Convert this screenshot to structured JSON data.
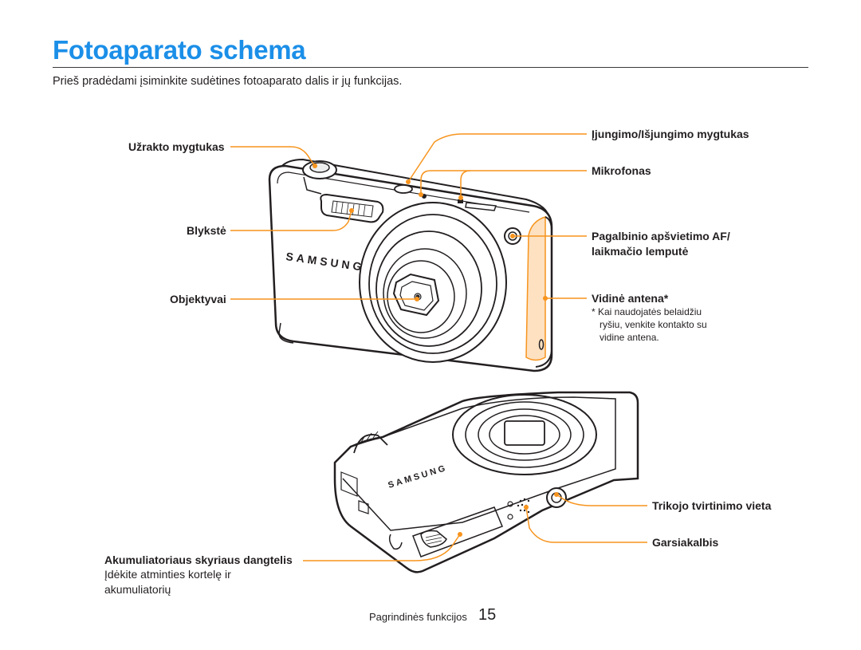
{
  "title": "Fotoaparato schema",
  "intro": "Prieš pradėdami įsiminkite sudėtines fotoaparato dalis ir jų funkcijas.",
  "labels": {
    "shutter": "Užrakto mygtukas",
    "flash": "Blykstė",
    "lens": "Objektyvai",
    "power": "Įjungimo/Išjungimo mygtukas",
    "mic": "Mikrofonas",
    "af_lamp_line1": "Pagalbinio apšvietimo AF/",
    "af_lamp_line2": "laikmačio lemputė",
    "antenna": "Vidinė antena*",
    "tripod": "Trikojo tvirtinimo vieta",
    "speaker": "Garsiakalbis",
    "battery_cover": "Akumuliatoriaus skyriaus dangtelis"
  },
  "antenna_note": [
    "* Kai naudojatės belaidžiu",
    "ryšiu, venkite kontakto su",
    "vidine antena."
  ],
  "battery_note": [
    "Įdėkite atminties kortelę ir",
    "akumuliatorių"
  ],
  "brand_front": "SAMSUNG",
  "brand_bottom": "SAMSUNG",
  "footer": {
    "section": "Pagrindinės funkcijos",
    "page": "15"
  },
  "colors": {
    "accent": "#f7941d",
    "title": "#1b8fe8"
  }
}
